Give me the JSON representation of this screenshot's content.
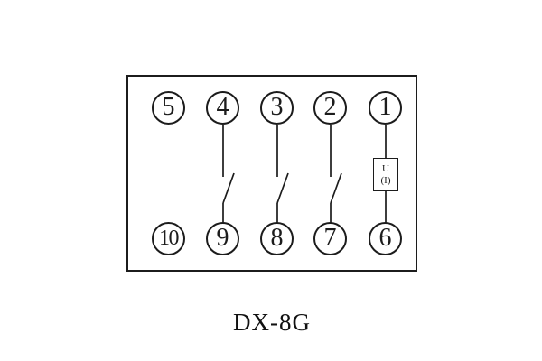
{
  "page": {
    "background": "#ffffff",
    "line_color": "#1c1c1c"
  },
  "diagram": {
    "model_label": "DX-8G",
    "terminals": {
      "top": [
        {
          "label": "5"
        },
        {
          "label": "4"
        },
        {
          "label": "3"
        },
        {
          "label": "2"
        },
        {
          "label": "1"
        }
      ],
      "bottom": [
        {
          "label": "10"
        },
        {
          "label": "9"
        },
        {
          "label": "8"
        },
        {
          "label": "7"
        },
        {
          "label": "6"
        }
      ]
    },
    "connections": [
      {
        "from": "4",
        "to": "9",
        "type": "normally-open-contact"
      },
      {
        "from": "3",
        "to": "8",
        "type": "normally-open-contact"
      },
      {
        "from": "2",
        "to": "7",
        "type": "normally-open-contact"
      },
      {
        "from": "1",
        "to": "6",
        "type": "measuring-element",
        "label": {
          "line1": "U",
          "line2": "(I)"
        }
      }
    ]
  }
}
